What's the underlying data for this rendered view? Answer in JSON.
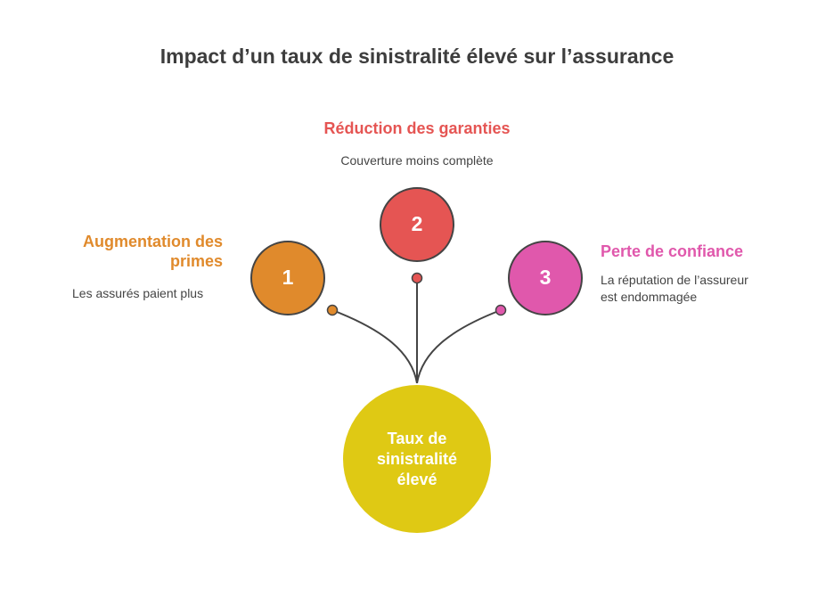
{
  "title": "Impact d’un taux de sinistralité élevé sur l’assurance",
  "center": {
    "label_lines": [
      "Taux de",
      "sinistralité",
      "élevé"
    ],
    "color": "#dfc914"
  },
  "branches": [
    {
      "number": "1",
      "title_lines": [
        "Augmentation des",
        "primes"
      ],
      "description_lines": [
        "Les assurés paient plus"
      ],
      "color": "#e08a2c"
    },
    {
      "number": "2",
      "title_lines": [
        "Réduction des garanties"
      ],
      "description_lines": [
        "Couverture moins complète"
      ],
      "color": "#e55553"
    },
    {
      "number": "3",
      "title_lines": [
        "Perte de confiance"
      ],
      "description_lines": [
        "La réputation de l’assureur",
        "est endommagée"
      ],
      "color": "#e058ac"
    }
  ],
  "connector_color": "#444444"
}
